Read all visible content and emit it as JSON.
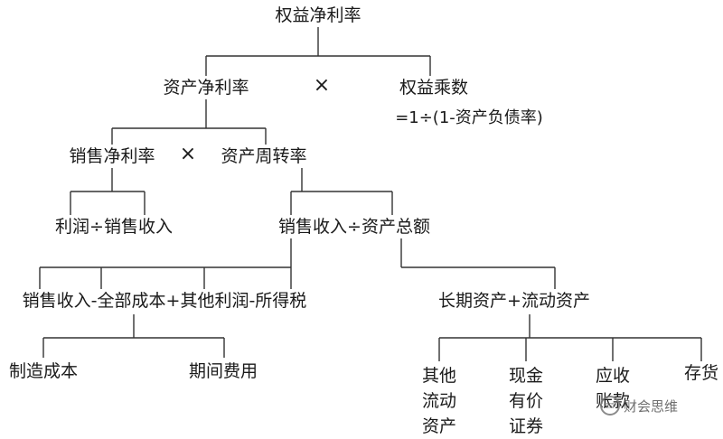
{
  "diagram": {
    "root": "权益净利率",
    "roa": "资产净利率",
    "times_1": "×",
    "equity_multiplier": "权益乘数",
    "em_formula": "=1÷(1-资产负债率)",
    "net_margin": "销售净利率",
    "times_2": "×",
    "asset_turnover": "资产周转率",
    "margin_formula": "利润÷销售收入",
    "turnover_formula": "销售收入÷资产总额",
    "profit_formula": "销售收入-全部成本+其他利润-所得税",
    "assets_formula": "长期资产+流动资产",
    "manufacturing_cost": "制造成本",
    "period_expense": "期间费用",
    "other_current_assets": "其他\n流动\n资产",
    "cash_securities": "现金\n有价\n证券",
    "receivables": "应收\n账款",
    "inventory": "存货"
  },
  "watermark": {
    "icon": "chat-bubble-icon",
    "text": "财会思维"
  }
}
